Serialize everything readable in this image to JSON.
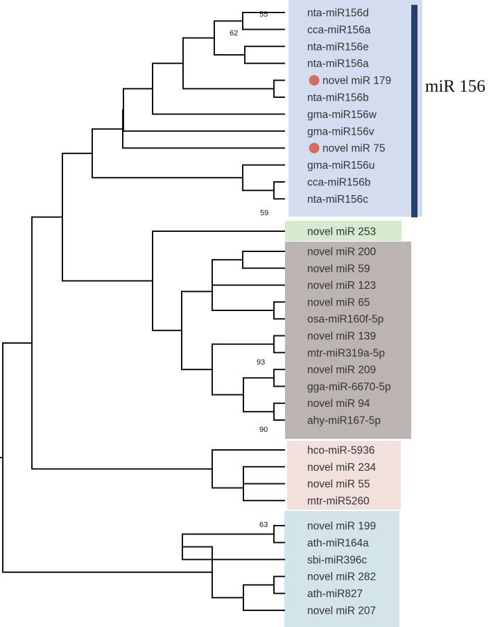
{
  "group_label": "miR 156",
  "colors": {
    "mir156_bg": "#d4dcf0",
    "novel253_bg": "#d6ead0",
    "gray_bg": "#bbb4b0",
    "pink_bg": "#f2e0dd",
    "blue_bg": "#d3e4ea",
    "group_bar": "#243f6b",
    "marker": "#d96b5d",
    "branch": "#111111",
    "leaf_text": "#333333"
  },
  "leaves": [
    {
      "label": "nta-miR156d",
      "marked": false
    },
    {
      "label": "cca-miR156a",
      "marked": false
    },
    {
      "label": "nta-miR156e",
      "marked": false
    },
    {
      "label": "nta-miR156a",
      "marked": false
    },
    {
      "label": "novel miR 179",
      "marked": true
    },
    {
      "label": "nta-miR156b",
      "marked": false
    },
    {
      "label": "gma-miR156w",
      "marked": false
    },
    {
      "label": "gma-miR156v",
      "marked": false
    },
    {
      "label": "novel miR 75",
      "marked": true
    },
    {
      "label": "gma-miR156u",
      "marked": false
    },
    {
      "label": "cca-miR156b",
      "marked": false
    },
    {
      "label": "nta-miR156c",
      "marked": false
    },
    {
      "label": "novel miR 253",
      "marked": false
    },
    {
      "label": "novel miR 200",
      "marked": false
    },
    {
      "label": "novel miR 59",
      "marked": false
    },
    {
      "label": "novel miR 123",
      "marked": false
    },
    {
      "label": "novel miR 65",
      "marked": false
    },
    {
      "label": "osa-miR160f-5p",
      "marked": false
    },
    {
      "label": "novel miR 139",
      "marked": false
    },
    {
      "label": "mtr-miR319a-5p",
      "marked": false
    },
    {
      "label": "novel miR 209",
      "marked": false
    },
    {
      "label": "gga-miR-6670-5p",
      "marked": false
    },
    {
      "label": "novel miR 94",
      "marked": false
    },
    {
      "label": "ahy-miR167-5p",
      "marked": false
    },
    {
      "label": "hco-miR-5936",
      "marked": false
    },
    {
      "label": "novel miR 234",
      "marked": false
    },
    {
      "label": "novel miR 55",
      "marked": false
    },
    {
      "label": "mtr-miR5260",
      "marked": false
    },
    {
      "label": "novel miR 199",
      "marked": false
    },
    {
      "label": "ath-miR164a",
      "marked": false
    },
    {
      "label": "sbi-miR396c",
      "marked": false
    },
    {
      "label": "novel miR 282",
      "marked": false
    },
    {
      "label": "ath-miR827",
      "marked": false
    },
    {
      "label": "novel miR 207",
      "marked": false
    }
  ],
  "bootstrap": [
    "55",
    "62",
    "59",
    "93",
    "90",
    "63"
  ]
}
